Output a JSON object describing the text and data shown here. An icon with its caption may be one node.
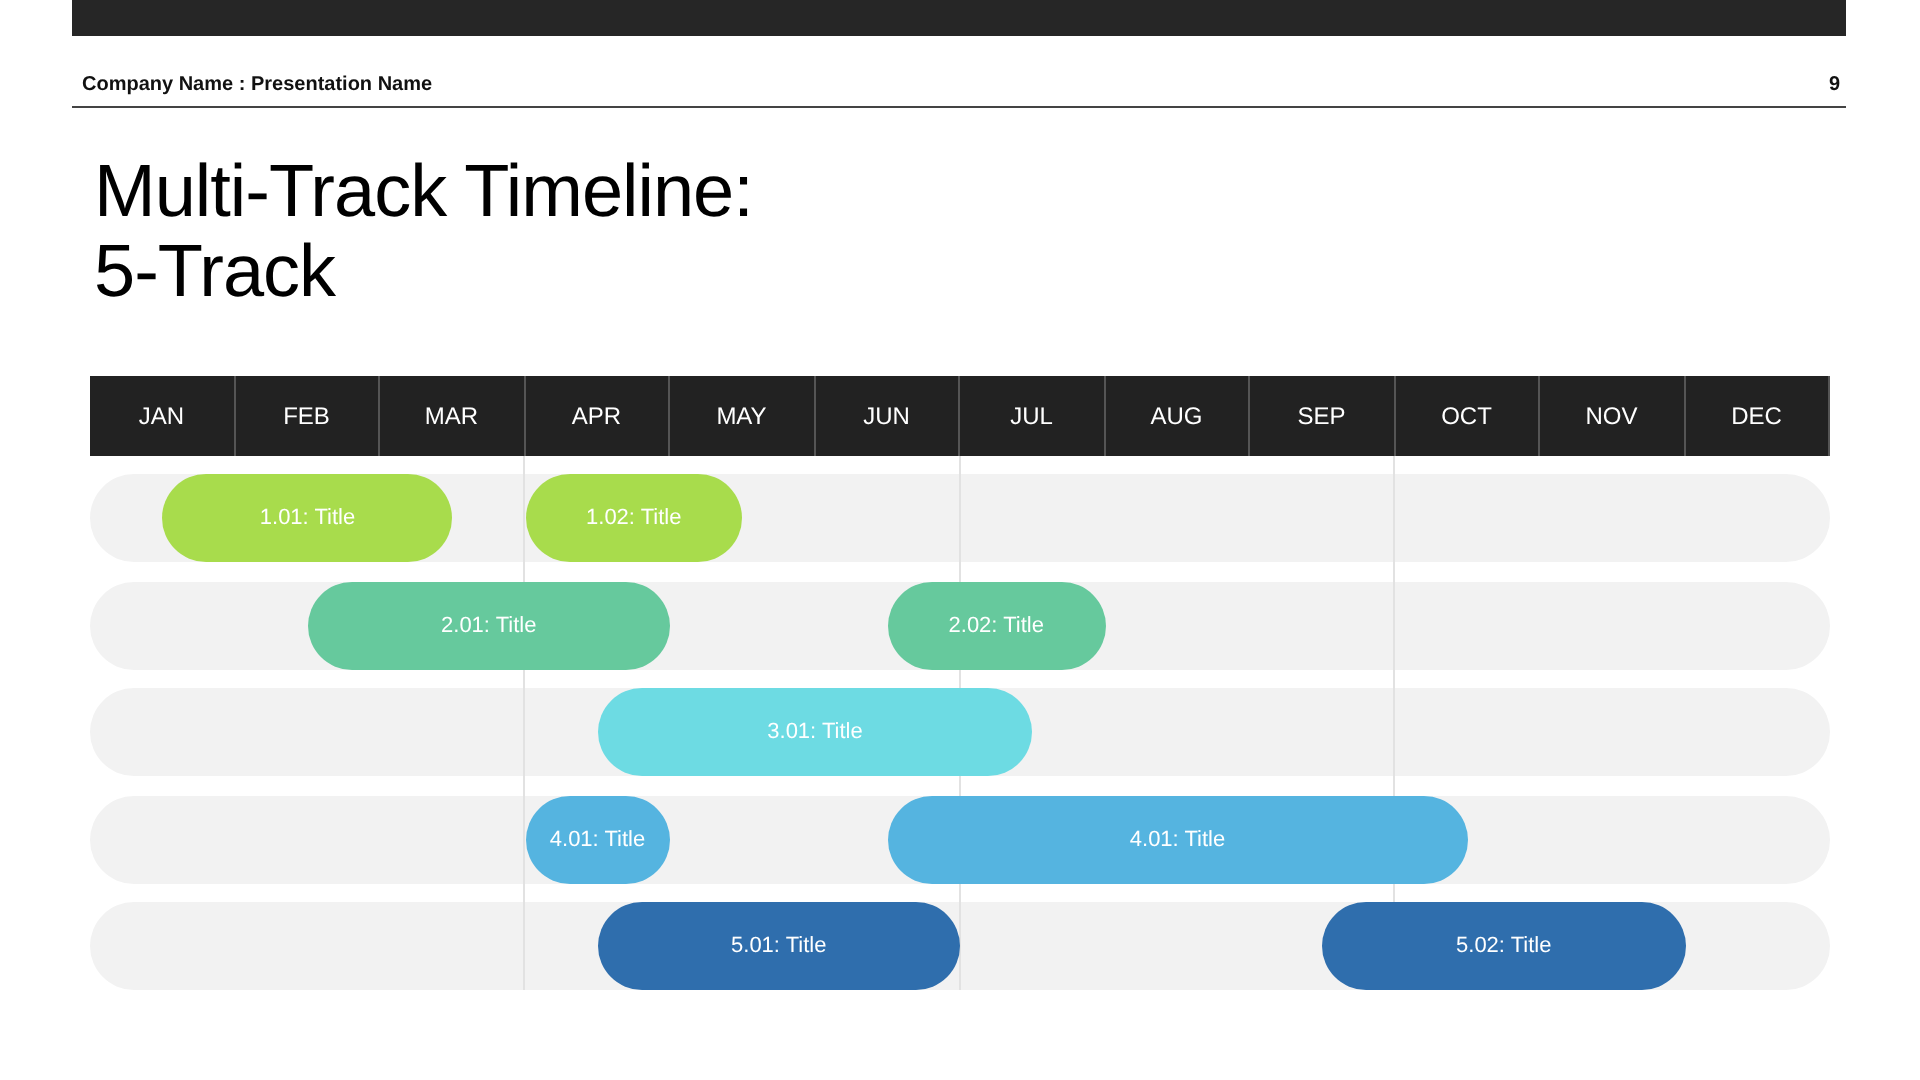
{
  "diagram": {
    "title": "Multi-Track Timeline: 5-Track",
    "nodes": [
      {
        "text": [
          "JAN"
        ]
      },
      {
        "text": [
          "FEB"
        ]
      },
      {
        "text": [
          "MAR"
        ]
      },
      {
        "text": [
          "APR"
        ]
      },
      {
        "text": [
          "MAY"
        ]
      },
      {
        "text": [
          "JUN"
        ]
      },
      {
        "text": [
          "JUL"
        ]
      },
      {
        "text": [
          "AUG"
        ]
      },
      {
        "text": [
          "SEP"
        ]
      },
      {
        "text": [
          "OCT"
        ]
      },
      {
        "text": [
          "NOV"
        ]
      },
      {
        "text": [
          "DEC"
        ]
      },
      {
        "text": [],
        "shape": "bar"
      },
      {
        "text": [
          "1.01: Title"
        ],
        "in": 12
      },
      {
        "text": [
          "1.02: Title"
        ],
        "in": 12
      },
      {
        "text": [],
        "shape": "bar"
      },
      {
        "text": [
          "2.01: Title"
        ],
        "in": 15
      },
      {
        "text": [
          "2.02: Title"
        ],
        "in": 15
      },
      {
        "text": [],
        "shape": "bar"
      },
      {
        "text": [
          "3.01: Title"
        ],
        "in": 18
      },
      {
        "text": [],
        "shape": "bar"
      },
      {
        "text": [
          "4.01: Title"
        ],
        "in": 20
      },
      {
        "text": [
          "4.01: Title"
        ],
        "in": 20
      },
      {
        "text": [],
        "shape": "bar"
      },
      {
        "text": [
          "5.01: Title"
        ],
        "in": 23
      },
      {
        "text": [
          "5.02: Title"
        ],
        "in": 23
      },
      {
        "text": [],
        "shape": "box"
      }
    ],
    "labels": [
      "Company Name : Presentation Name",
      "9"
    ]
  }
}
